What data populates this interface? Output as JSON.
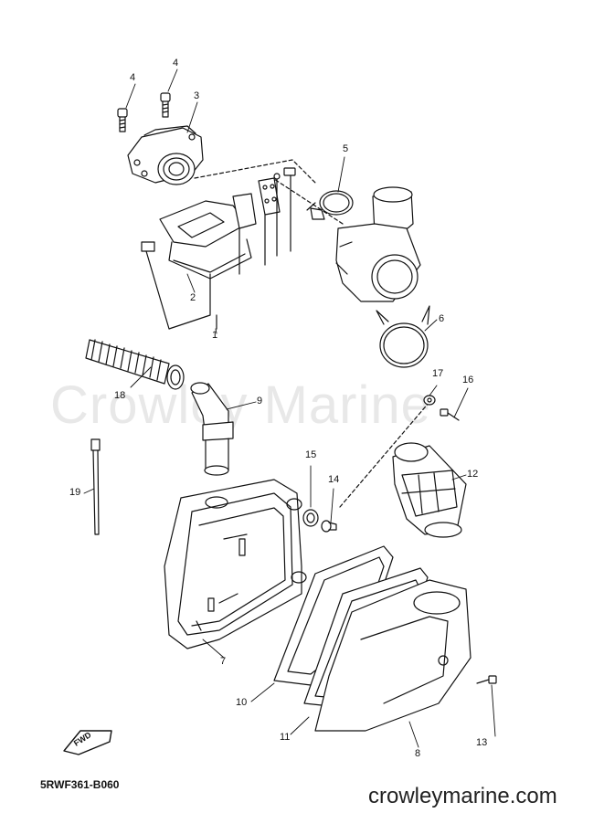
{
  "watermark_text": "Crowley Marine",
  "diagram_code": "5RWF361-B060",
  "site": "crowleymarine.com",
  "fwd_label": "FWD",
  "callouts": {
    "c1": "1",
    "c2": "2",
    "c3": "3",
    "c4a": "4",
    "c4b": "4",
    "c5": "5",
    "c6": "6",
    "c7": "7",
    "c8": "8",
    "c9": "9",
    "c10": "10",
    "c11": "11",
    "c12": "12",
    "c13": "13",
    "c14": "14",
    "c15": "15",
    "c16": "16",
    "c17": "17",
    "c18": "18",
    "c19": "19"
  }
}
